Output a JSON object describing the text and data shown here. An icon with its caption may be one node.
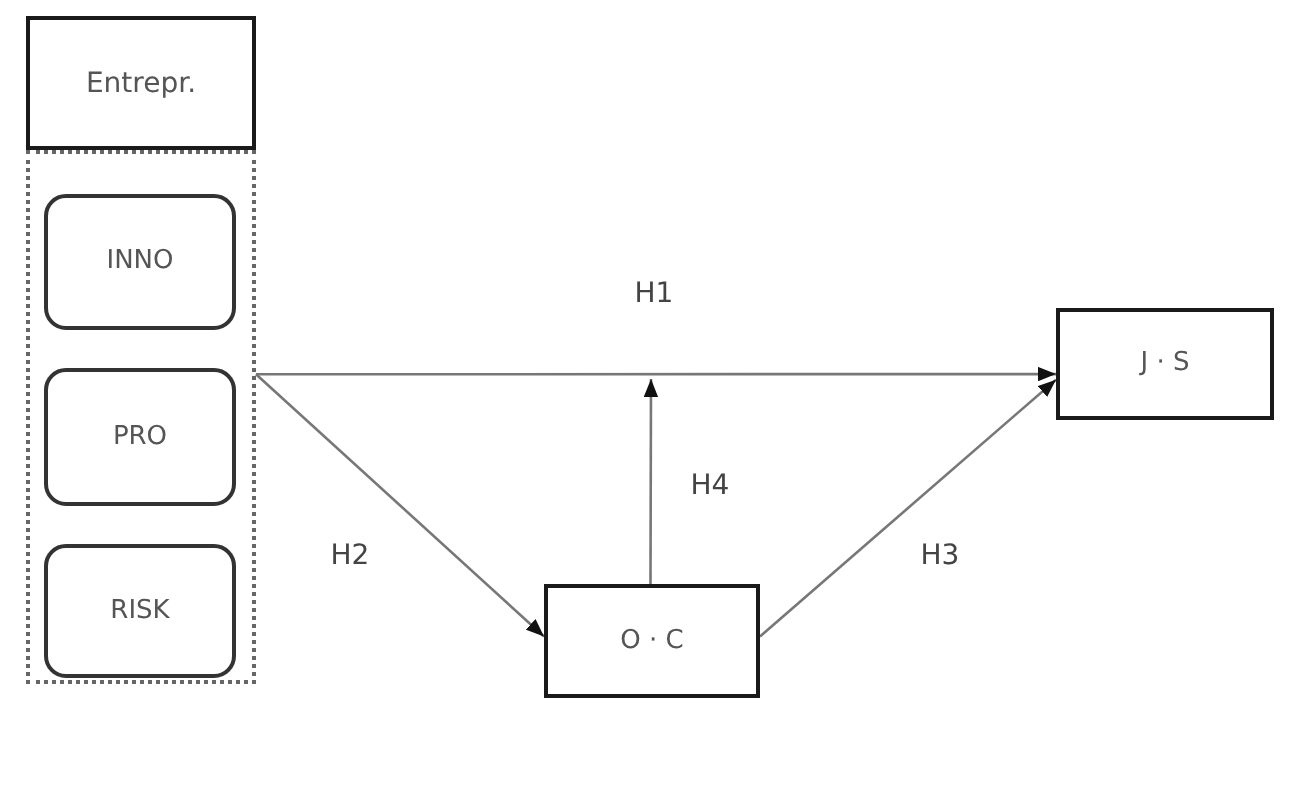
{
  "diagram": {
    "nodes": [
      {
        "text": [
          "Entrepr."
        ]
      },
      {
        "text": [],
        "shape": "box"
      },
      {
        "text": [
          "INNO"
        ],
        "in": 1
      },
      {
        "text": [
          "PRO"
        ],
        "in": 1
      },
      {
        "text": [
          "RISK"
        ],
        "in": 1
      },
      {
        "text": [
          "J · S"
        ]
      },
      {
        "text": [
          "O · C"
        ]
      }
    ],
    "edges": [
      {
        "from": 1,
        "to": 5,
        "arrow": "to",
        "label": "H1"
      },
      {
        "from": 1,
        "to": 6,
        "arrow": "to",
        "label": "H2"
      },
      {
        "from": 6,
        "to": 5,
        "arrow": "to",
        "label": "H3"
      },
      {
        "from": 6,
        "to": null,
        "arrow": "to",
        "label": "H4"
      }
    ]
  }
}
